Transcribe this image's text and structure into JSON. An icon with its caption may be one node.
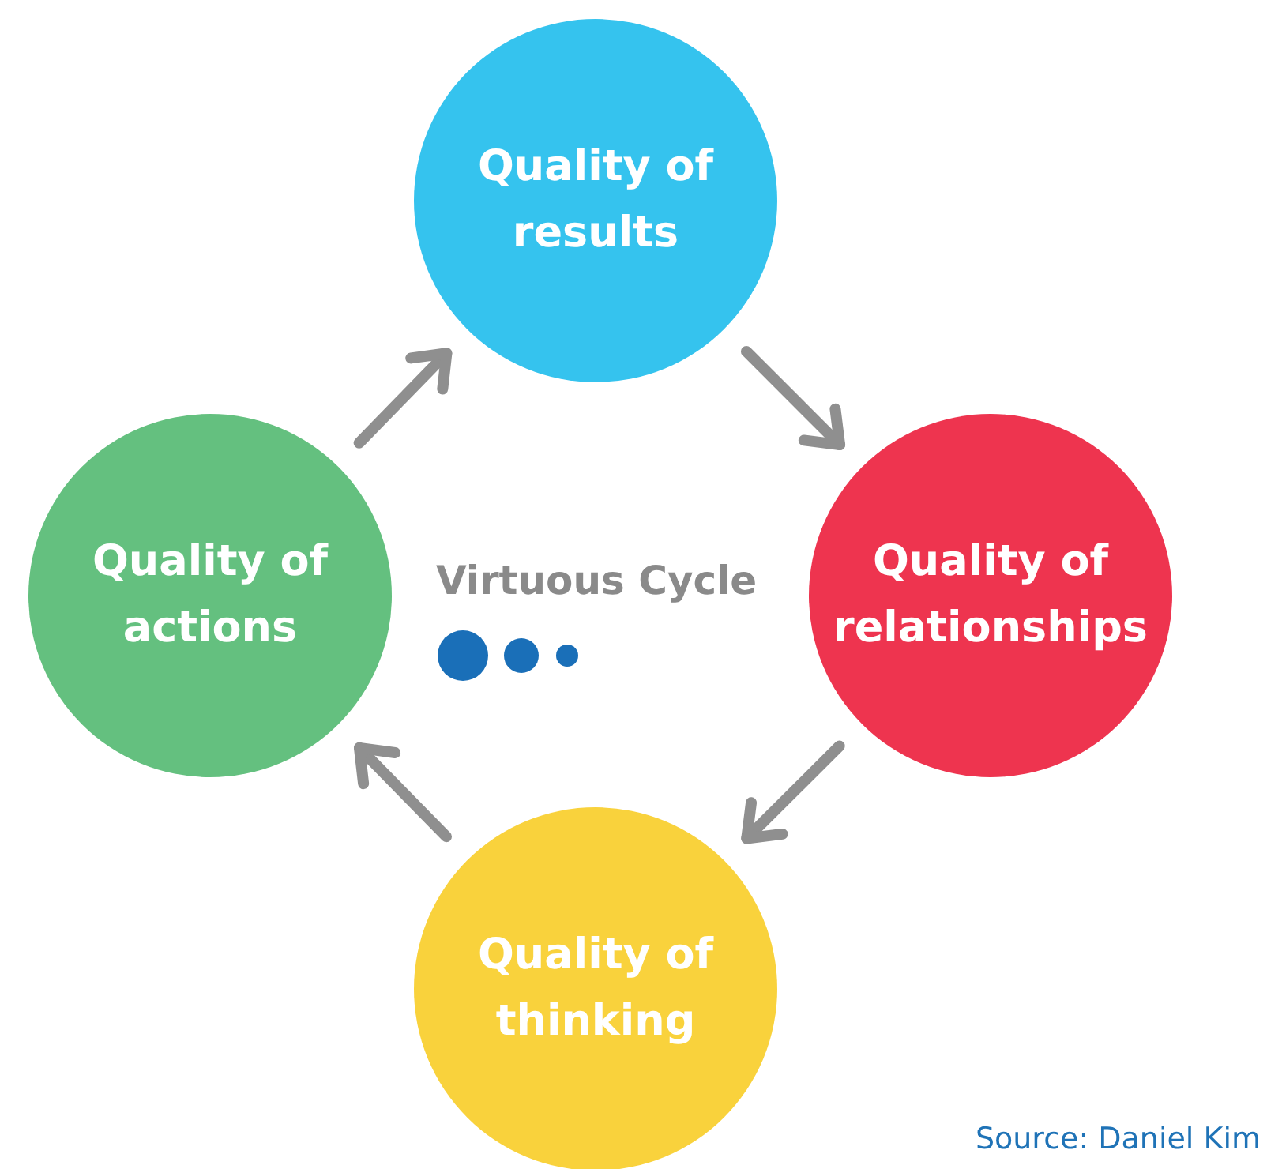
{
  "diagram": {
    "nodes": [
      {
        "text": [
          "Quality of results"
        ]
      },
      {
        "text": [
          "Quality of relationships"
        ]
      },
      {
        "text": [
          "Quality of thinking"
        ]
      },
      {
        "text": [
          "Quality of actions"
        ]
      }
    ],
    "edges": [
      {
        "from": 0,
        "to": 1,
        "arrow": "to"
      },
      {
        "from": 1,
        "to": 2,
        "arrow": "to"
      },
      {
        "from": 2,
        "to": 3,
        "arrow": "to"
      },
      {
        "from": 3,
        "to": 0,
        "arrow": "to"
      }
    ],
    "labels": [
      "Virtuous Cycle",
      "Source: Daniel Kim"
    ]
  }
}
